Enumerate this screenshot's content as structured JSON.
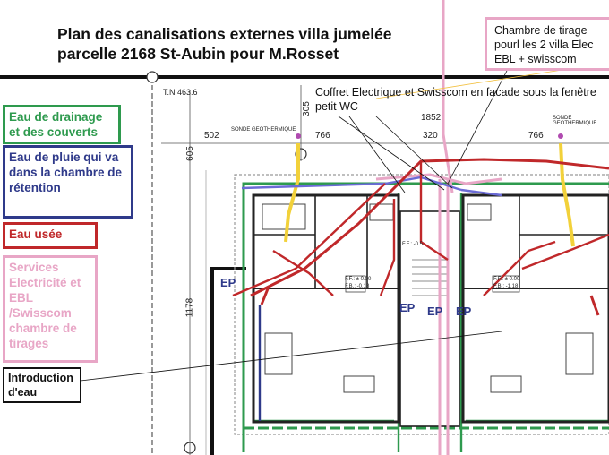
{
  "title": {
    "line1": "Plan des canalisations externes villa jumelée",
    "line2": "parcelle 2168 St-Aubin pour M.Rosset"
  },
  "legend": {
    "drainage": "Eau de drainage et des couverts",
    "pluie": "Eau de pluie  qui va dans la chambre de rétention",
    "usee": "Eau usée",
    "services": "Services Electricité et EBL /Swisscom chambre de tirages",
    "introduction": "Introduction d'eau"
  },
  "callouts": {
    "chambre": "Chambre de tirage pourl les 2 villa Elec EBL + swisscom",
    "coffret": "Coffret Electrique et Swisscom en facade sous la fenêtre petit WC"
  },
  "plan_labels": {
    "tn": "T.N 463.6",
    "d502": "502",
    "d766a": "766",
    "d320": "320",
    "d766b": "766",
    "d305": "305",
    "d1852": "1852",
    "d605": "605",
    "d1178": "1178",
    "sonde_left": "SONDE GEOTHERMIQUE",
    "sonde_right": "SONDE GEOTHERMIQUE",
    "ep": "EP",
    "ff1": "F.F.: ± 0.00",
    "fb1": "F.B.: -0.18",
    "ff2": "F.F.: ± 0.00",
    "fb2": "F.B.: -1.18",
    "ff_mid": "F.F.: -0.5"
  },
  "colors": {
    "drainage": "#2e9a4e",
    "pluie": "#2f3a8a",
    "usee": "#c0282a",
    "services": "#e8a6c6",
    "sondes": "#f2d13a",
    "wall": "#222222"
  }
}
